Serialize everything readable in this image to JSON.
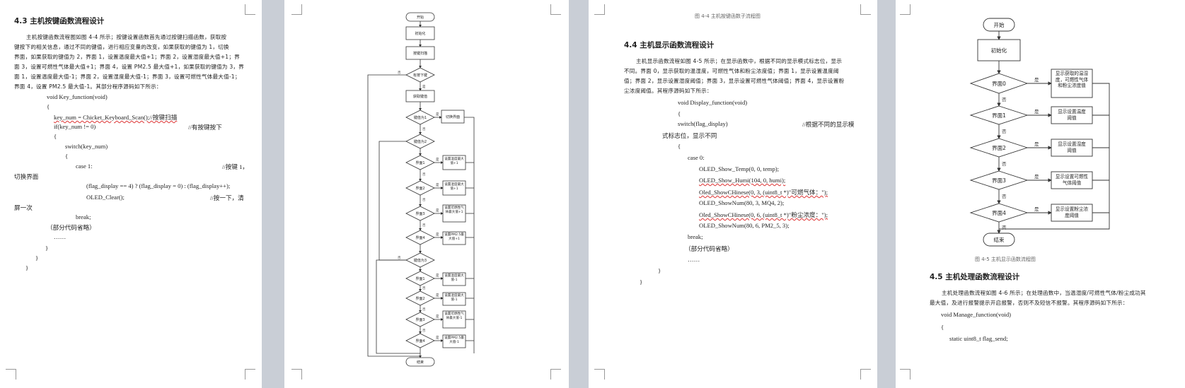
{
  "page1": {
    "heading": "4.3 主机按键函数流程设计",
    "para": [
      "主机按键函数流程图如图 4-4 所示；按键设置函数首先通过按键扫描函数，获取按",
      "键按下的相关信息，通过不同的键值，进行相应变量的改变，如果获取的键值为 1，切换",
      "界面，如果获取的键值为 2，界面 1，设置温度最大值+1；界面 2，设置湿度最大值+1；界",
      "面 3，设置可燃性气体最大值+1；界面 4，设置 PM2.5 最大值+1，如果获取的键值为 3，界",
      "面 1，设置温度最大值-1；界面 2，设置湿度最大值-1；界面 3，设置可燃性气体最大值-1；",
      "界面 4，设置 PM2.5 最大值-1。其部分程序源码如下所示："
    ],
    "code": {
      "l1": "void Key_function(void)",
      "l2": "{",
      "l3": "key_num = Chicket_Keyboard_Scan();//按键扫描",
      "l4": "if(key_num != 0)",
      "l4c": "//有按键按下",
      "l5": "{",
      "l6": "switch(key_num)",
      "l7": "{",
      "l8": "case 1:",
      "l8c": "//按键 1，",
      "l8w": "切换界面",
      "l9": "(flag_display == 4) ? (flag_display = 0) : (flag_display++);",
      "l10": "OLED_Clear();",
      "l10c": "//按一下，清",
      "l10w": "屏一次",
      "l11": "break;",
      "l12": "（部分代码省略）",
      "l13": "……",
      "l14": "}",
      "l15": "}",
      "l16": "}"
    }
  },
  "page2": {
    "flow": {
      "start": "开始",
      "init": "初始化",
      "scan": "按键扫描",
      "pressed": "有按下键",
      "getkey": "获取键值",
      "k1": "键值为1",
      "switch_ui": "切换界面",
      "k2": "键值为2",
      "k3": "键值为3",
      "if1": "界面1",
      "if2": "界面2",
      "if3": "界面3",
      "if4": "界面4",
      "a1": "设置温度最大值+1",
      "a2": "设置湿度最大值+1",
      "a3": "设置可燃性气体最大值+1",
      "a4": "设置PM2.5最大值+1",
      "b1": "设置温度最大值-1",
      "b2": "设置湿度最大值-1",
      "b3": "设置可燃性气体最大值-1",
      "b4": "设置PM2.5最大值-1",
      "yes": "是",
      "no": "否",
      "end": "结束"
    }
  },
  "page3": {
    "caption": "图 4-4   主机按键函数子流程图",
    "heading": "4.4 主机显示函数流程设计",
    "para": [
      "主机显示函数流程如图 4-5 所示；在显示函数中，根据不同的显示模式标志位，显示",
      "不同。界面 0，显示获取的温湿度，可燃性气体和粉尘浓度值；界面 1，显示设置温度阈",
      "值；界面 2，显示设置湿度阈值；界面 3，显示设置可燃性气体阈值；界面 4，显示设置粉",
      "尘浓度阈值。其程序源码如下所示："
    ],
    "code": {
      "l1": "void Display_function(void)",
      "l2": "{",
      "l3": "switch(flag_display)",
      "l3c": "//根据不同的显示模",
      "l3w": "式标志位，显示不同",
      "l4": "{",
      "l5": "case 0:",
      "l6": "OLED_Show_Temp(0, 0, temp);",
      "l7": "OLED_Show_Humi(104, 0, humi);",
      "l8": "Oled_ShowCHinese(0, 3, (uint8_t *)\"可燃气体：\");",
      "l9": "OLED_ShowNum(80, 3, MQ4, 2);",
      "l10": "Oled_ShowCHinese(0, 6, (uint8_t *)\"粉尘浓度：\");",
      "l11": "OLED_ShowNum(80, 6, PM2_5, 3);",
      "l12": "break;",
      "l13": "（部分代码省略）",
      "l14": "……",
      "l15": "}",
      "l16": "}"
    }
  },
  "page4": {
    "flow": {
      "start": "开始",
      "init": "初始化",
      "i0": "界面0",
      "i1": "界面1",
      "i2": "界面2",
      "i3": "界面3",
      "i4": "界面4",
      "d0": "显示获取的温湿度，可燃性气体和粉尘浓度值",
      "d1": "显示设置温度阈值",
      "d2": "显示设置湿度阈值",
      "d3": "显示设置可燃性气体阈值",
      "d4": "显示设置粉尘浓度阈值",
      "yes": "是",
      "no": "否",
      "end": "结束"
    },
    "caption": "图 4-5   主机显示函数流程图",
    "heading": "4.5 主机处理函数流程设计",
    "para": [
      "主机处理函数流程如图 4-6 所示；在处理函数中，当温湿度/可燃性气体/粉尘成功其",
      "最大值，及进行报警提示开启报警，否则不及短信不报警。其程序源码如下所示："
    ],
    "code": {
      "l1": "void Manage_function(void)",
      "l2": "{",
      "l3": "static uint8_t flag_send;"
    }
  }
}
